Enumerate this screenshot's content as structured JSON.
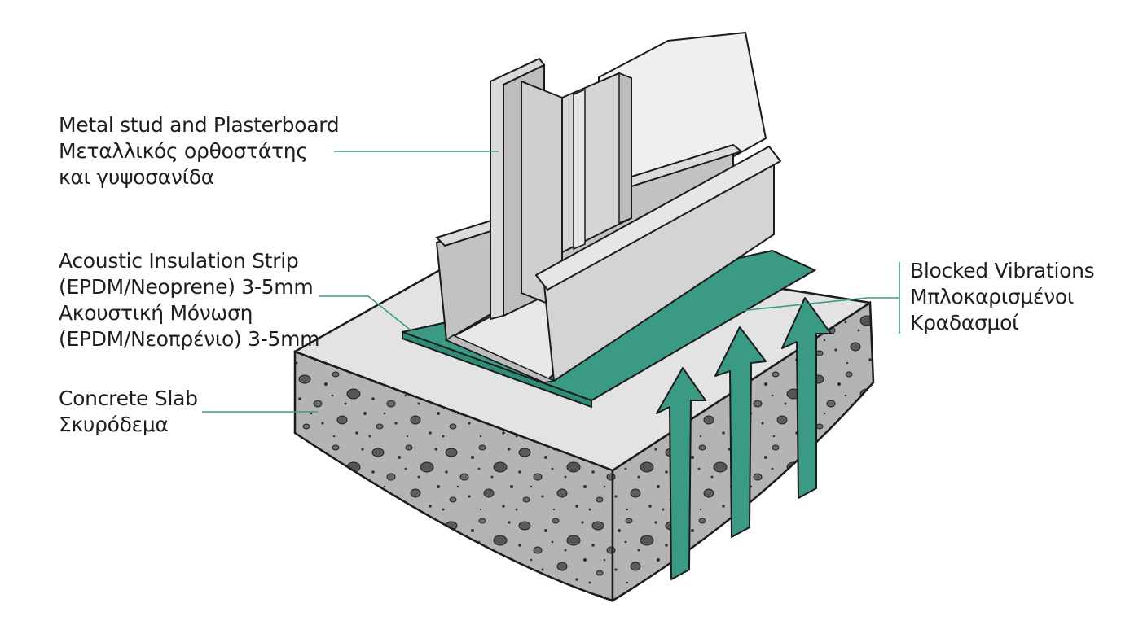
{
  "labels": {
    "stud": [
      "Metal stud and Plasterboard",
      "Μεταλλικός ορθοστάτης",
      "και γυψοσανίδα"
    ],
    "strip": [
      "Acoustic Insulation Strip",
      "(EPDM/Neoprene) 3-5mm",
      "Ακουστική Μόνωση",
      "(EPDM/Νεοπρένιο) 3-5mm"
    ],
    "slab": [
      "Concrete Slab",
      "Σκυρόδεμα"
    ],
    "vibrations": [
      "Blocked Vibrations",
      "Μπλοκαρισμένοι",
      "Κραδασμοί"
    ]
  },
  "colors": {
    "accent": "#3a9a84",
    "leader": "#3a9a84",
    "slab_top": "#e3e3e3",
    "slab_side": "#b2b2b2",
    "metal": "#d4d4d4",
    "outline": "#1b1b1b"
  }
}
